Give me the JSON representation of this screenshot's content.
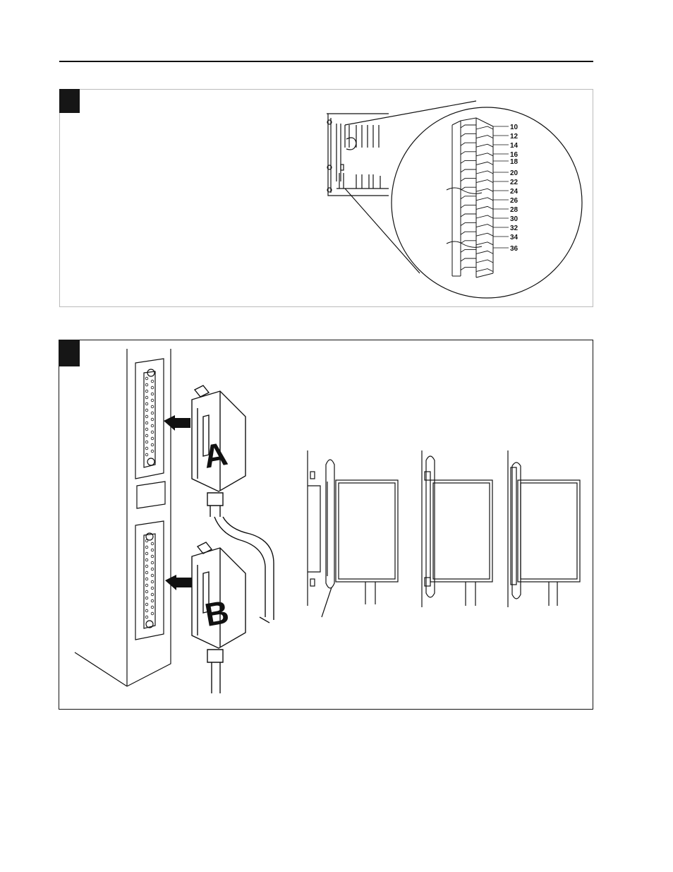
{
  "figure1": {
    "pin_labels": [
      "10",
      "12",
      "14",
      "16",
      "18",
      "20",
      "22",
      "24",
      "26",
      "28",
      "30",
      "32",
      "34",
      "36"
    ]
  },
  "figure2": {
    "connector_a_label": "A",
    "connector_b_label": "B"
  }
}
